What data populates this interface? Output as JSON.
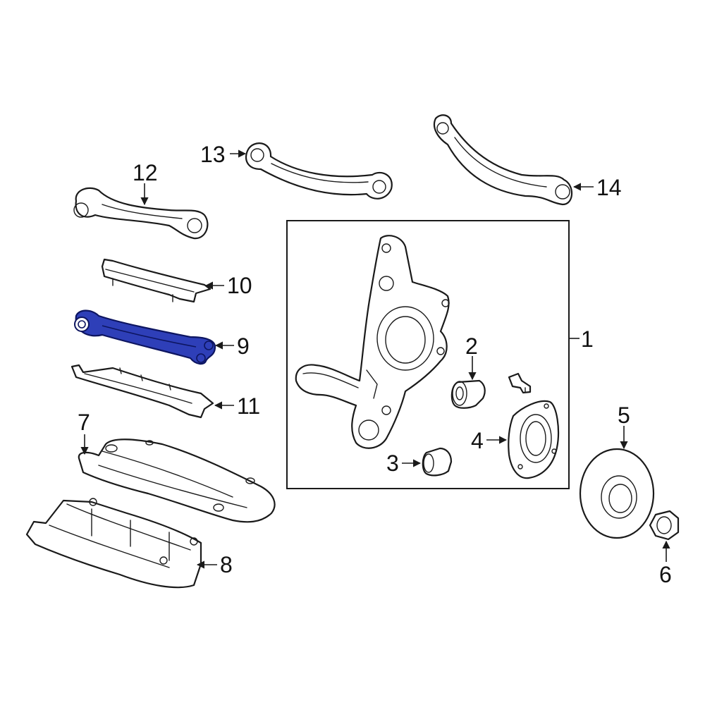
{
  "diagram": {
    "highlight_color": "#2e3fb8",
    "callouts": [
      {
        "id": "1",
        "label": "1"
      },
      {
        "id": "2",
        "label": "2"
      },
      {
        "id": "3",
        "label": "3"
      },
      {
        "id": "4",
        "label": "4"
      },
      {
        "id": "5",
        "label": "5"
      },
      {
        "id": "6",
        "label": "6"
      },
      {
        "id": "7",
        "label": "7"
      },
      {
        "id": "8",
        "label": "8"
      },
      {
        "id": "9",
        "label": "9"
      },
      {
        "id": "10",
        "label": "10"
      },
      {
        "id": "11",
        "label": "11"
      },
      {
        "id": "12",
        "label": "12"
      },
      {
        "id": "13",
        "label": "13"
      },
      {
        "id": "14",
        "label": "14"
      }
    ],
    "highlighted_part": "9"
  }
}
